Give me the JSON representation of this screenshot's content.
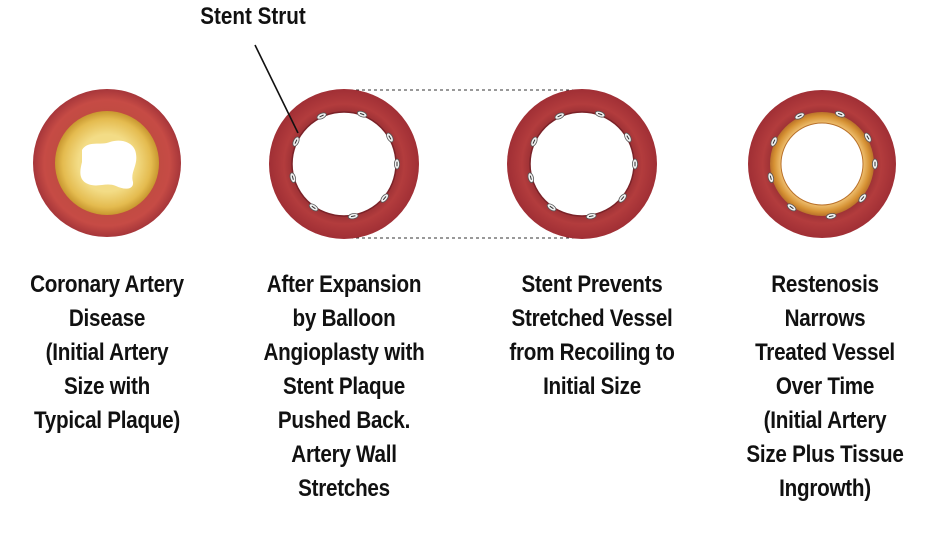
{
  "callout": {
    "label": "Stent Strut"
  },
  "stages": [
    {
      "caption": [
        "Coronary Artery",
        "Disease",
        "(Initial Artery",
        "Size with",
        "Typical Plaque)"
      ]
    },
    {
      "caption": [
        "After Expansion",
        "by Balloon",
        "Angioplasty with",
        "Stent Plaque",
        "Pushed Back.",
        "Artery Wall",
        "Stretches"
      ]
    },
    {
      "caption": [
        "Stent Prevents",
        "Stretched Vessel",
        "from Recoiling to",
        "Initial Size"
      ]
    },
    {
      "caption": [
        "Restenosis",
        "Narrows",
        "Treated Vessel",
        "Over Time",
        "(Initial Artery",
        "Size Plus Tissue",
        "Ingrowth)"
      ]
    }
  ],
  "colors": {
    "artery_wall": "#a8353a",
    "artery_wall_light": "#c9504a",
    "plaque": "#e8c45a",
    "tissue_ingrowth": "#d9993a",
    "stent_strut": "#f2f2f2"
  }
}
